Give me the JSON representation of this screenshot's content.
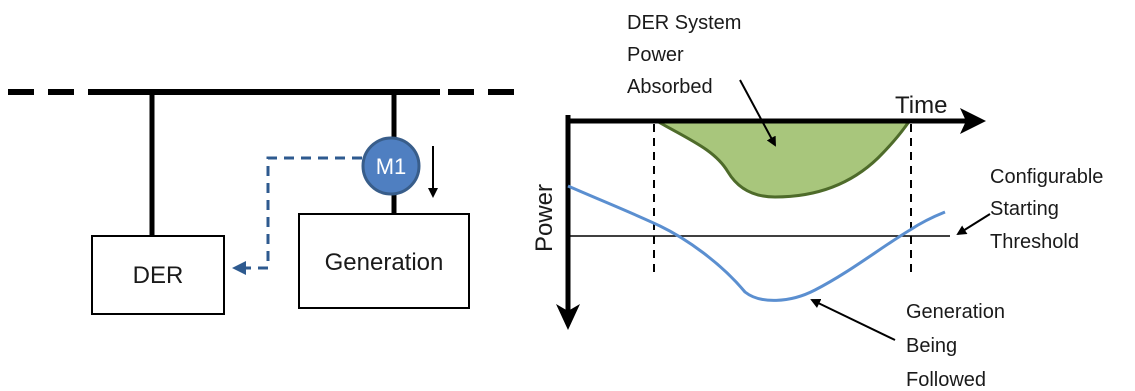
{
  "schematic": {
    "der_label": "DER",
    "generation_label": "Generation",
    "meter_label": "M1"
  },
  "chart": {
    "x_axis_label": "Time",
    "y_axis_label": "Power",
    "annotations": {
      "absorbed": [
        "DER System",
        "Power",
        "Absorbed"
      ],
      "threshold": [
        "Configurable",
        "Starting",
        "Threshold"
      ],
      "generation": [
        "Generation",
        "Being",
        "Followed"
      ]
    }
  },
  "colors": {
    "line": "#000000",
    "meter_fill": "#4f7fc1",
    "meter_stroke": "#385d8a",
    "dashed_signal": "#2e5a8f",
    "generation_curve": "#5b8fd0",
    "absorbed_fill": "#a8c67c",
    "absorbed_stroke": "#4e6b2a"
  }
}
